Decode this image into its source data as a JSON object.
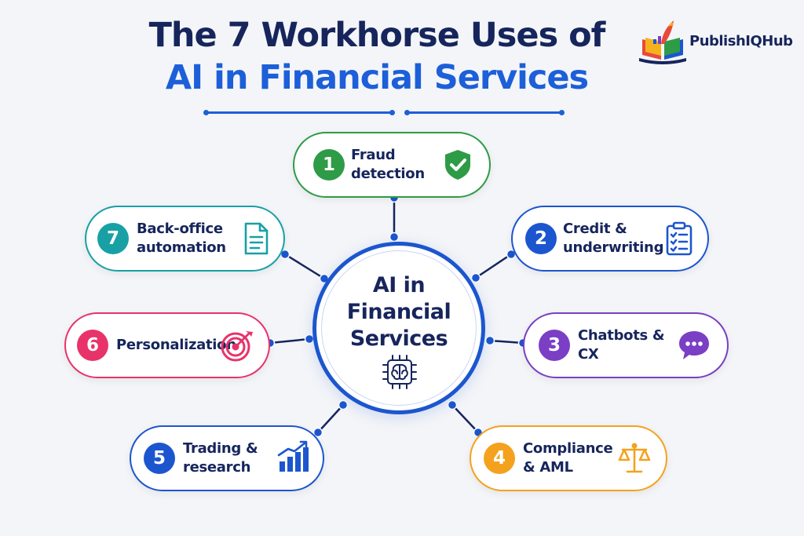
{
  "header": {
    "title_line1": "The 7 Workhorse Uses of",
    "title_line2": "AI in Financial Services"
  },
  "logo": {
    "text": "PublishIQHub",
    "icon": "book-rocket-logo-icon"
  },
  "hub": {
    "title": "AI in\nFinancial\nServices",
    "icon": "brain-chip-icon"
  },
  "uses": [
    {
      "number": "1",
      "label": "Fraud\ndetection",
      "color": "#2e9b47",
      "icon": "shield-check-icon"
    },
    {
      "number": "2",
      "label": "Credit &\nunderwriting",
      "color": "#1c56cf",
      "icon": "clipboard-checklist-icon"
    },
    {
      "number": "3",
      "label": "Chatbots &\nCX",
      "color": "#7a3fc4",
      "icon": "chat-bubble-icon"
    },
    {
      "number": "4",
      "label": "Compliance\n& AML",
      "color": "#f4a21e",
      "icon": "scales-icon"
    },
    {
      "number": "5",
      "label": "Trading &\nresearch",
      "color": "#1c56cf",
      "icon": "bar-chart-growth-icon"
    },
    {
      "number": "6",
      "label": "Personalization",
      "color": "#e8336a",
      "icon": "target-icon"
    },
    {
      "number": "7",
      "label": "Back-office\nautomation",
      "color": "#18a0a5",
      "icon": "document-icon"
    }
  ]
}
